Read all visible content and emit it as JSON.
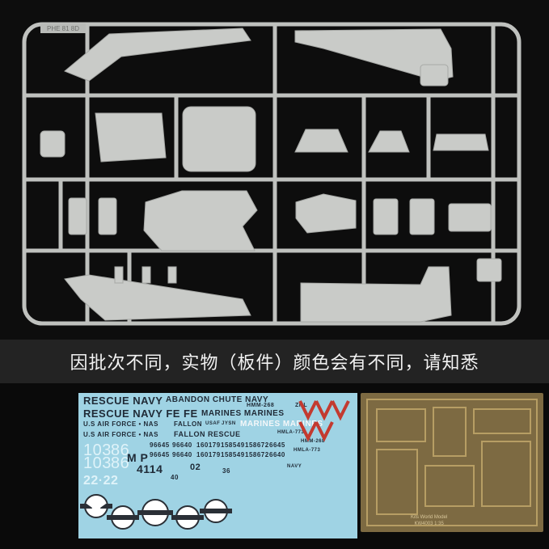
{
  "notice": {
    "text": "因批次不同，实物（板件）颜色会有不同，请知悉"
  },
  "sprue": {
    "tag_text": "PHE 81 8D"
  },
  "decals": {
    "row1a": "RESCUE NAVY",
    "row1b": "ABANDON CHUTE NAVY",
    "row2a": "RESCUE NAVY FE FE",
    "row2b": "MARINES MARINES",
    "hmm_a": "HMM-268",
    "hmm_b": "HMM-268",
    "row3a": "U.S AIR FORCE • NAS",
    "row3b": "FALLON",
    "row3c": "USAF",
    "row3d": "JYSN",
    "row3e": "MARINES MARINES",
    "row4a": "U.S AIR FORCE • NAS",
    "row4b": "FALLON RESCUE",
    "hmla": "HMLA-773",
    "hmla2": "HMLA-773",
    "num_a": "96645",
    "num_b": "96640",
    "num_c": "160179",
    "num_d": "158549",
    "num_e": "158672",
    "num_f": "6645",
    "big_103a": "103",
    "big_103b": "103",
    "big_86a": "86",
    "big_86b": "86",
    "mp": "M P",
    "num_g": "96645",
    "num_h": "96640",
    "num_i": "160179",
    "num_j": "158549",
    "num_k": "158672",
    "num_l": "6640",
    "big_41": "4114",
    "big_02": "02",
    "big_22": "22·22",
    "big_40": "40",
    "big_36": "36",
    "navy_small": "NAVY",
    "z_letters": "ZHL"
  },
  "pe": {
    "caption_line1": "Kits World Model",
    "caption_line2": "KW4003 1:35"
  },
  "colors": {
    "background_top": "#0d0d0d",
    "sprue_plastic": "#c9cbc8",
    "notice_bar": "#232323",
    "decal_sheet": "#9fd3e4",
    "decal_ink": "#2a2f36",
    "decal_red": "#c33a30",
    "pe_brass": "#7d6a42"
  }
}
